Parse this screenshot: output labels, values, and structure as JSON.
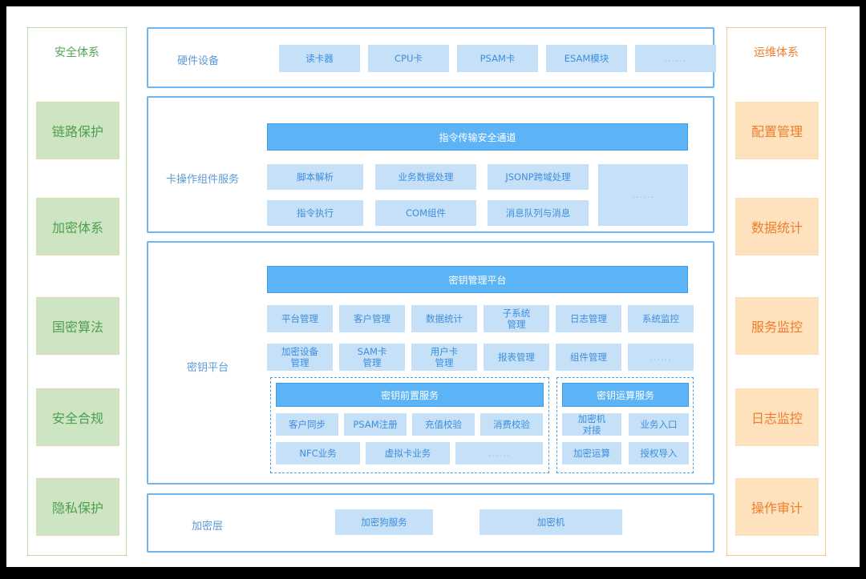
{
  "left_sidebar": {
    "title": "安全体系",
    "items": [
      {
        "label": "链路保护"
      },
      {
        "label": "加密体系"
      },
      {
        "label": "国密算法"
      },
      {
        "label": "安全合规"
      },
      {
        "label": "隐私保护"
      }
    ]
  },
  "right_sidebar": {
    "title": "运维体系",
    "items": [
      {
        "label": "配置管理"
      },
      {
        "label": "数据统计"
      },
      {
        "label": "服务监控"
      },
      {
        "label": "日志监控"
      },
      {
        "label": "操作审计"
      }
    ]
  },
  "hardware": {
    "label": "硬件设备",
    "items": [
      "读卡器",
      "CPU卡",
      "PSAM卡",
      "ESAM模块",
      "......"
    ]
  },
  "card_service": {
    "label": "卡操作组件服务",
    "banner": "指令传输安全通道",
    "row1": [
      "脚本解析",
      "业务数据处理",
      "JSONP跨域处理"
    ],
    "row2": [
      "指令执行",
      "COM组件",
      "消息队列与消息"
    ],
    "tall": "......"
  },
  "key_platform": {
    "label": "密钥平台",
    "banner": "密钥管理平台",
    "row1": [
      "平台管理",
      "客户管理",
      "数据统计",
      "子系统\n管理",
      "日志管理",
      "系统监控"
    ],
    "row2": [
      "加密设备\n管理",
      "SAM卡\n管理",
      "用户卡\n管理",
      "报表管理",
      "组件管理",
      "......"
    ],
    "front_service": {
      "banner": "密钥前置服务",
      "row1": [
        "客户同步",
        "PSAM注册",
        "充值校验",
        "消费校验"
      ],
      "row2": [
        "NFC业务",
        "虚拟卡业务",
        "......"
      ]
    },
    "compute_service": {
      "banner": "密钥运算服务",
      "row1": [
        "加密机\n对接",
        "业务入口"
      ],
      "row2": [
        "加密运算",
        "授权导入"
      ]
    }
  },
  "encryption_layer": {
    "label": "加密层",
    "items": [
      "加密狗服务",
      "加密机"
    ]
  },
  "colors": {
    "panel_border": "#6cb6f5",
    "cell_fill": "#c5e0f7",
    "cell_text": "#3c8ede",
    "banner_fill": "#5cb3f5",
    "green_fill": "#cee5c4",
    "green_text": "#4f9e4f",
    "orange_fill": "#fde2bd",
    "orange_text": "#ef7d2c"
  }
}
